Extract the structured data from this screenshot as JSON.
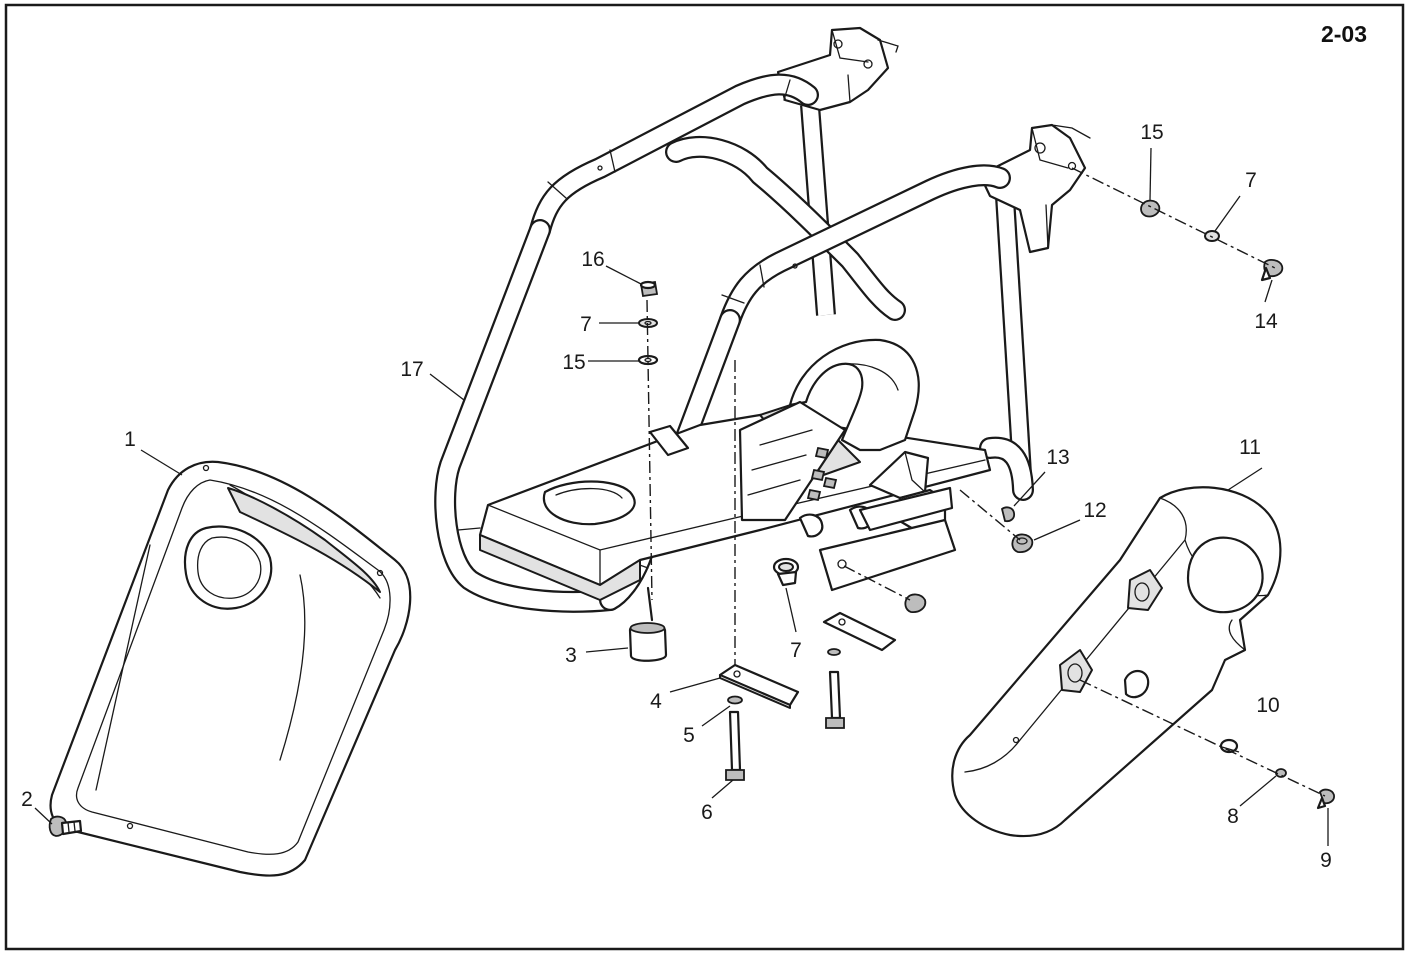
{
  "page_number": "2-03",
  "callouts": [
    "1",
    "2",
    "3",
    "4",
    "5",
    "6",
    "7",
    "7",
    "7",
    "8",
    "9",
    "10",
    "11",
    "12",
    "13",
    "14",
    "15",
    "15",
    "16",
    "17"
  ]
}
